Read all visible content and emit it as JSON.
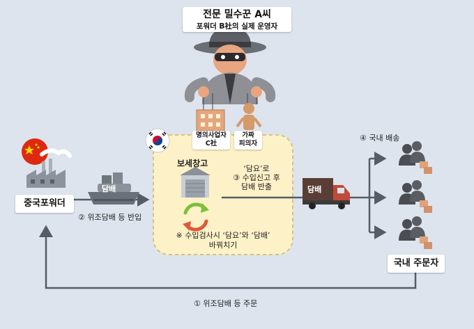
{
  "top_label": {
    "line1": "전문 밀수꾼 A씨",
    "line2": "포워더 B社의 실제 운영자"
  },
  "puppets": {
    "company": [
      "명의사업자",
      "C社"
    ],
    "suspect": [
      "가짜",
      "피의자"
    ]
  },
  "warehouse": {
    "title": "보세창고",
    "swap_note": [
      "※ 수입검사시 ‘담요’와 ‘담배’",
      "바꿔치기"
    ]
  },
  "release_note": [
    "‘담요’로",
    "③ 수입신고 후",
    "담배 반출"
  ],
  "ship_cargo": "담배",
  "truck_cargo": "담배",
  "china_forwarder": "중국포워더",
  "import_step": "② 위조담배 등 반입",
  "delivery_step": "④ 국내 배송",
  "domestic_buyer": "국내 주문자",
  "order_step": "① 위조담배 등 주문",
  "colors": {
    "background": "#dde4ee",
    "warehouse_fill": "#fdf1c7",
    "warehouse_border": "#d9c27a",
    "arrow": "#555c66"
  }
}
